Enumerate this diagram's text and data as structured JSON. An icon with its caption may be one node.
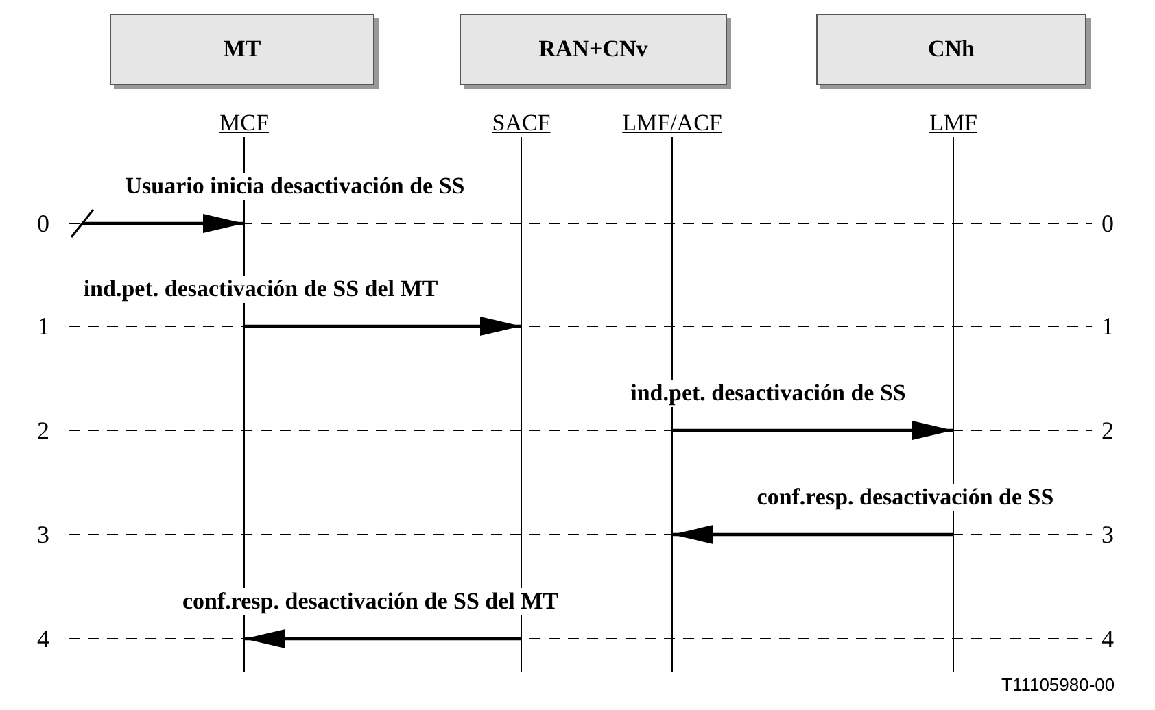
{
  "diagram": {
    "nodes": [
      {
        "text": [
          "MT"
        ]
      },
      {
        "text": [
          "RAN+CNv"
        ]
      },
      {
        "text": [
          "CNh"
        ]
      },
      {
        "text": [
          "MCF"
        ]
      },
      {
        "text": [
          "SACF"
        ]
      },
      {
        "text": [
          "LMF/ACF"
        ]
      },
      {
        "text": [
          "LMF"
        ]
      }
    ],
    "edges": [
      {
        "from": null,
        "to": 3,
        "arrow": "to",
        "label": "Usuario inicia desactivación de SS"
      },
      {
        "from": 3,
        "to": 4,
        "arrow": "to",
        "label": "ind.pet. desactivación de SS del MT"
      },
      {
        "from": 5,
        "to": 6,
        "arrow": "to",
        "label": "ind.pet. desactivación de SS"
      },
      {
        "from": 6,
        "to": 5,
        "arrow": "to",
        "label": "conf.resp. desactivación de SS"
      },
      {
        "from": 4,
        "to": 3,
        "arrow": "to",
        "label": "conf.resp. desactivación de SS del MT"
      }
    ],
    "labels": [
      "0",
      "0",
      "1",
      "1",
      "2",
      "2",
      "3",
      "3",
      "4",
      "4",
      "T11105980-00"
    ]
  }
}
